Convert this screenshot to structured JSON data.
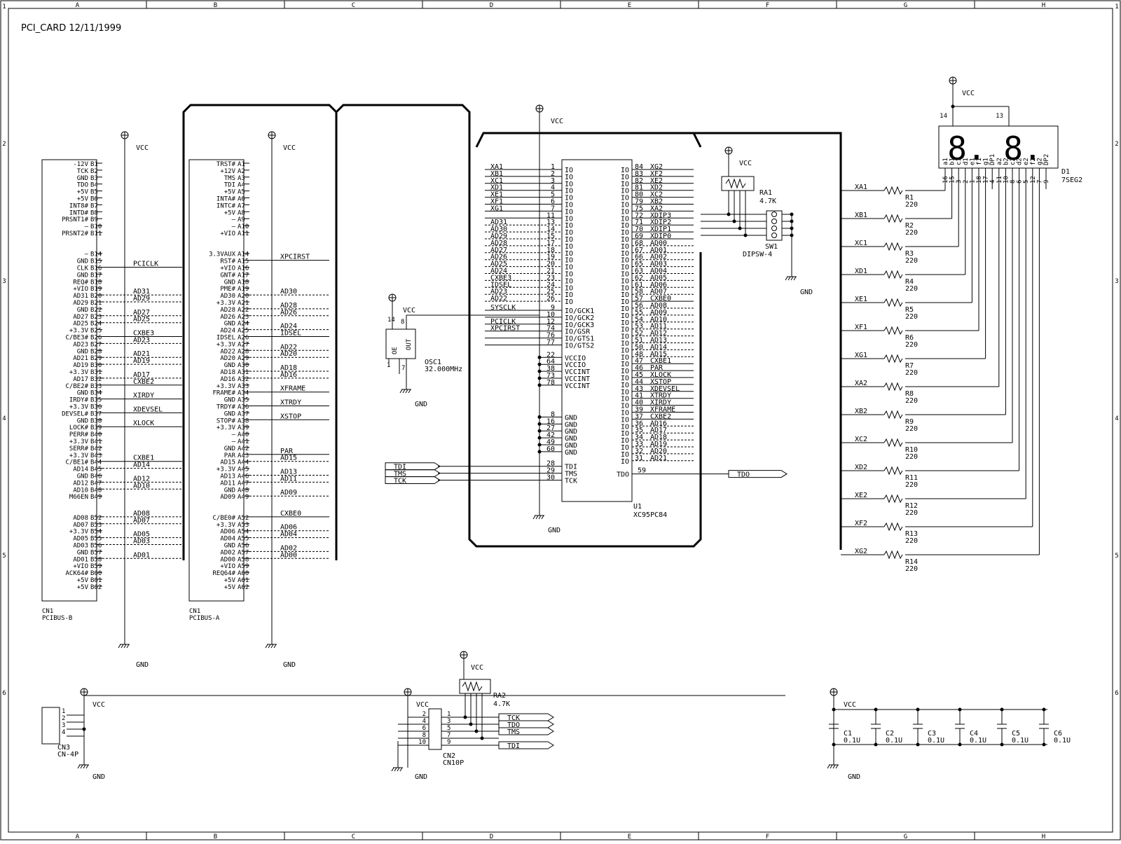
{
  "title": "PCI_CARD 12/11/1999",
  "border": {
    "cols": [
      "A",
      "B",
      "C",
      "D",
      "E",
      "F",
      "G",
      "H"
    ],
    "rows": [
      "1",
      "2",
      "3",
      "4",
      "5",
      "6"
    ]
  },
  "supply": {
    "vcc": "VCC",
    "gnd": "GND"
  },
  "cn1b": {
    "ref": "CN1",
    "name": "PCIBUS-B",
    "pins1": [
      {
        "sig": "-12V",
        "pin": "B1"
      },
      {
        "sig": "TCK",
        "pin": "B2"
      },
      {
        "sig": "GND",
        "pin": "B3"
      },
      {
        "sig": "TDO",
        "pin": "B4"
      },
      {
        "sig": "+5V",
        "pin": "B5"
      },
      {
        "sig": "+5V",
        "pin": "B6"
      },
      {
        "sig": "INT8#",
        "pin": "B7"
      },
      {
        "sig": "INTD#",
        "pin": "B8"
      },
      {
        "sig": "PRSNT1#",
        "pin": "B9"
      },
      {
        "sig": "—",
        "pin": "B10"
      },
      {
        "sig": "PRSNT2#",
        "pin": "B11"
      }
    ],
    "pins2": [
      {
        "sig": "—",
        "pin": "B14"
      },
      {
        "sig": "GND",
        "pin": "B15"
      },
      {
        "sig": "CLK",
        "pin": "B16"
      },
      {
        "sig": "GND",
        "pin": "B17"
      },
      {
        "sig": "REQ#",
        "pin": "B18"
      },
      {
        "sig": "+VIO",
        "pin": "B19"
      },
      {
        "sig": "AD31",
        "pin": "B20"
      },
      {
        "sig": "AD29",
        "pin": "B21"
      },
      {
        "sig": "GND",
        "pin": "B22"
      },
      {
        "sig": "AD27",
        "pin": "B23"
      },
      {
        "sig": "AD25",
        "pin": "B24"
      },
      {
        "sig": "+3.3V",
        "pin": "B25"
      },
      {
        "sig": "C/BE3#",
        "pin": "B26"
      },
      {
        "sig": "AD23",
        "pin": "B27"
      },
      {
        "sig": "GND",
        "pin": "B28"
      },
      {
        "sig": "AD21",
        "pin": "B29"
      },
      {
        "sig": "AD19",
        "pin": "B30"
      },
      {
        "sig": "+3.3V",
        "pin": "B31"
      },
      {
        "sig": "AD17",
        "pin": "B32"
      },
      {
        "sig": "C/BE2#",
        "pin": "B33"
      },
      {
        "sig": "GND",
        "pin": "B34"
      },
      {
        "sig": "IRDY#",
        "pin": "B35"
      },
      {
        "sig": "+3.3V",
        "pin": "B36"
      },
      {
        "sig": "DEVSEL#",
        "pin": "B37"
      },
      {
        "sig": "GND",
        "pin": "B38"
      },
      {
        "sig": "LOCK#",
        "pin": "B39"
      },
      {
        "sig": "PERR#",
        "pin": "B40"
      },
      {
        "sig": "+3.3V",
        "pin": "B41"
      },
      {
        "sig": "SERR#",
        "pin": "B42"
      },
      {
        "sig": "+3.3V",
        "pin": "B43"
      },
      {
        "sig": "C/BE1#",
        "pin": "B44"
      },
      {
        "sig": "AD14",
        "pin": "B45"
      },
      {
        "sig": "GND",
        "pin": "B46"
      },
      {
        "sig": "AD12",
        "pin": "B47"
      },
      {
        "sig": "AD10",
        "pin": "B48"
      },
      {
        "sig": "M66EN",
        "pin": "B49"
      }
    ],
    "pins3": [
      {
        "sig": "AD08",
        "pin": "B52"
      },
      {
        "sig": "AD07",
        "pin": "B53"
      },
      {
        "sig": "+3.3V",
        "pin": "B54"
      },
      {
        "sig": "AD05",
        "pin": "B55"
      },
      {
        "sig": "AD03",
        "pin": "B56"
      },
      {
        "sig": "GND",
        "pin": "B57"
      },
      {
        "sig": "AD01",
        "pin": "B58"
      },
      {
        "sig": "+VIO",
        "pin": "B59"
      },
      {
        "sig": "ACK64#",
        "pin": "B60"
      },
      {
        "sig": "+5V",
        "pin": "B61"
      },
      {
        "sig": "+5V",
        "pin": "B62"
      }
    ],
    "nets": [
      {
        "row": 16,
        "name": "PCICLK"
      },
      {
        "row": 20,
        "name": "AD31"
      },
      {
        "row": 21,
        "name": "AD29"
      },
      {
        "row": 23,
        "name": "AD27"
      },
      {
        "row": 24,
        "name": "AD25"
      },
      {
        "row": 26,
        "name": "CXBE3"
      },
      {
        "row": 27,
        "name": "AD23"
      },
      {
        "row": 29,
        "name": "AD21"
      },
      {
        "row": 30,
        "name": "AD19"
      },
      {
        "row": 32,
        "name": "AD17"
      },
      {
        "row": 33,
        "name": "CXBE2"
      },
      {
        "row": 35,
        "name": "XIRDY"
      },
      {
        "row": 37,
        "name": "XDEVSEL"
      },
      {
        "row": 39,
        "name": "XLOCK"
      },
      {
        "row": 44,
        "name": "CXBE1"
      },
      {
        "row": 45,
        "name": "AD14"
      },
      {
        "row": 47,
        "name": "AD12"
      },
      {
        "row": 48,
        "name": "AD10"
      },
      {
        "row": 52,
        "name": "AD08"
      },
      {
        "row": 53,
        "name": "AD07"
      },
      {
        "row": 55,
        "name": "AD05"
      },
      {
        "row": 56,
        "name": "AD03"
      },
      {
        "row": 58,
        "name": "AD01"
      }
    ]
  },
  "cn1a": {
    "ref": "CN1",
    "name": "PCIBUS-A",
    "pins1": [
      {
        "sig": "TRST#",
        "pin": "A1"
      },
      {
        "sig": "+12V",
        "pin": "A2"
      },
      {
        "sig": "TMS",
        "pin": "A3"
      },
      {
        "sig": "TDI",
        "pin": "A4"
      },
      {
        "sig": "+5V",
        "pin": "A5"
      },
      {
        "sig": "INTA#",
        "pin": "A6"
      },
      {
        "sig": "INTC#",
        "pin": "A7"
      },
      {
        "sig": "+5V",
        "pin": "A8"
      },
      {
        "sig": "—",
        "pin": "A9"
      },
      {
        "sig": "—",
        "pin": "A10"
      },
      {
        "sig": "+VIO",
        "pin": "A11"
      }
    ],
    "pins2": [
      {
        "sig": "3.3VAUX",
        "pin": "A14"
      },
      {
        "sig": "RST#",
        "pin": "A15"
      },
      {
        "sig": "+VIO",
        "pin": "A16"
      },
      {
        "sig": "GNT#",
        "pin": "A17"
      },
      {
        "sig": "GND",
        "pin": "A18"
      },
      {
        "sig": "PME#",
        "pin": "A19"
      },
      {
        "sig": "AD30",
        "pin": "A20"
      },
      {
        "sig": "+3.3V",
        "pin": "A21"
      },
      {
        "sig": "AD28",
        "pin": "A22"
      },
      {
        "sig": "AD26",
        "pin": "A23"
      },
      {
        "sig": "GND",
        "pin": "A24"
      },
      {
        "sig": "AD24",
        "pin": "A25"
      },
      {
        "sig": "IDSEL",
        "pin": "A26"
      },
      {
        "sig": "+3.3V",
        "pin": "A27"
      },
      {
        "sig": "AD22",
        "pin": "A28"
      },
      {
        "sig": "AD20",
        "pin": "A29"
      },
      {
        "sig": "GND",
        "pin": "A30"
      },
      {
        "sig": "AD18",
        "pin": "A31"
      },
      {
        "sig": "AD16",
        "pin": "A32"
      },
      {
        "sig": "+3.3V",
        "pin": "A33"
      },
      {
        "sig": "FRAME#",
        "pin": "A34"
      },
      {
        "sig": "GND",
        "pin": "A35"
      },
      {
        "sig": "TRDY#",
        "pin": "A36"
      },
      {
        "sig": "GND",
        "pin": "A37"
      },
      {
        "sig": "STOP#",
        "pin": "A38"
      },
      {
        "sig": "+3.3V",
        "pin": "A39"
      },
      {
        "sig": "—",
        "pin": "A40"
      },
      {
        "sig": "—",
        "pin": "A41"
      },
      {
        "sig": "GND",
        "pin": "A42"
      },
      {
        "sig": "PAR",
        "pin": "A43"
      },
      {
        "sig": "AD15",
        "pin": "A44"
      },
      {
        "sig": "+3.3V",
        "pin": "A45"
      },
      {
        "sig": "AD13",
        "pin": "A46"
      },
      {
        "sig": "AD11",
        "pin": "A47"
      },
      {
        "sig": "GND",
        "pin": "A48"
      },
      {
        "sig": "AD09",
        "pin": "A49"
      }
    ],
    "pins3": [
      {
        "sig": "C/BE0#",
        "pin": "A52"
      },
      {
        "sig": "+3.3V",
        "pin": "A53"
      },
      {
        "sig": "AD06",
        "pin": "A54"
      },
      {
        "sig": "AD04",
        "pin": "A55"
      },
      {
        "sig": "GND",
        "pin": "A56"
      },
      {
        "sig": "AD02",
        "pin": "A57"
      },
      {
        "sig": "AD00",
        "pin": "A58"
      },
      {
        "sig": "+VIO",
        "pin": "A59"
      },
      {
        "sig": "REQ64#",
        "pin": "A60"
      },
      {
        "sig": "+5V",
        "pin": "A61"
      },
      {
        "sig": "+5V",
        "pin": "A62"
      }
    ],
    "nets": [
      {
        "row": 15,
        "name": "XPCIRST"
      },
      {
        "row": 20,
        "name": "AD30"
      },
      {
        "row": 22,
        "name": "AD28"
      },
      {
        "row": 23,
        "name": "AD26"
      },
      {
        "row": 25,
        "name": "AD24"
      },
      {
        "row": 26,
        "name": "IDSEL"
      },
      {
        "row": 28,
        "name": "AD22"
      },
      {
        "row": 29,
        "name": "AD20"
      },
      {
        "row": 31,
        "name": "AD18"
      },
      {
        "row": 32,
        "name": "AD16"
      },
      {
        "row": 34,
        "name": "XFRAME"
      },
      {
        "row": 36,
        "name": "XTRDY"
      },
      {
        "row": 38,
        "name": "XSTOP"
      },
      {
        "row": 43,
        "name": "PAR"
      },
      {
        "row": 44,
        "name": "AD15"
      },
      {
        "row": 46,
        "name": "AD13"
      },
      {
        "row": 47,
        "name": "AD11"
      },
      {
        "row": 49,
        "name": "AD09"
      },
      {
        "row": 52,
        "name": "CXBE0"
      },
      {
        "row": 54,
        "name": "AD06"
      },
      {
        "row": 55,
        "name": "AD04"
      },
      {
        "row": 57,
        "name": "AD02"
      },
      {
        "row": 58,
        "name": "AD00"
      }
    ]
  },
  "u1": {
    "ref": "U1",
    "part": "XC95PC84",
    "left_io": [
      {
        "net": "XA1",
        "pin": "1"
      },
      {
        "net": "XB1",
        "pin": "2"
      },
      {
        "net": "XC1",
        "pin": "3"
      },
      {
        "net": "XD1",
        "pin": "4"
      },
      {
        "net": "XE1",
        "pin": "5"
      },
      {
        "net": "XF1",
        "pin": "6"
      },
      {
        "net": "XG1",
        "pin": "7"
      },
      {
        "net": "",
        "pin": "11"
      },
      {
        "net": "AD31",
        "pin": "13"
      },
      {
        "net": "AD30",
        "pin": "14"
      },
      {
        "net": "AD29",
        "pin": "15"
      },
      {
        "net": "AD28",
        "pin": "17"
      },
      {
        "net": "AD27",
        "pin": "18"
      },
      {
        "net": "AD26",
        "pin": "19"
      },
      {
        "net": "AD25",
        "pin": "20"
      },
      {
        "net": "AD24",
        "pin": "21"
      },
      {
        "net": "CXBE3",
        "pin": "23"
      },
      {
        "net": "IDSEL",
        "pin": "24"
      },
      {
        "net": "AD23",
        "pin": "25"
      },
      {
        "net": "AD22",
        "pin": "26"
      }
    ],
    "left_func": [
      {
        "net": "SYSCLK",
        "pin": "9",
        "fn": "IO/GCK1"
      },
      {
        "net": "",
        "pin": "10",
        "fn": "IO/GCK2"
      },
      {
        "net": "PCICLK",
        "pin": "12",
        "fn": "IO/GCK3"
      },
      {
        "net": "XPCIRST",
        "pin": "74",
        "fn": "IO/GSR"
      },
      {
        "net": "",
        "pin": "76",
        "fn": "IO/GTS1"
      },
      {
        "net": "",
        "pin": "77",
        "fn": "IO/GTS2"
      }
    ],
    "left_pwr": [
      {
        "pin": "22",
        "fn": "VCCIO"
      },
      {
        "pin": "64",
        "fn": "VCCIO"
      },
      {
        "pin": "38",
        "fn": "VCCINT"
      },
      {
        "pin": "73",
        "fn": "VCCINT"
      },
      {
        "pin": "78",
        "fn": "VCCINT"
      }
    ],
    "left_gnd": [
      {
        "pin": "8",
        "fn": "GND"
      },
      {
        "pin": "16",
        "fn": "GND"
      },
      {
        "pin": "27",
        "fn": "GND"
      },
      {
        "pin": "42",
        "fn": "GND"
      },
      {
        "pin": "49",
        "fn": "GND"
      },
      {
        "pin": "60",
        "fn": "GND"
      }
    ],
    "left_jtag": [
      {
        "net": "TDI",
        "pin": "28",
        "fn": "TDI"
      },
      {
        "net": "TMS",
        "pin": "29",
        "fn": "TMS"
      },
      {
        "net": "TCK",
        "pin": "30",
        "fn": "TCK"
      }
    ],
    "right": [
      {
        "pin": "84",
        "net": "XG2"
      },
      {
        "pin": "83",
        "net": "XF2"
      },
      {
        "pin": "82",
        "net": "XE2"
      },
      {
        "pin": "81",
        "net": "XD2"
      },
      {
        "pin": "80",
        "net": "XC2"
      },
      {
        "pin": "79",
        "net": "XB2"
      },
      {
        "pin": "75",
        "net": "XA2"
      },
      {
        "pin": "72",
        "net": "XDIP3"
      },
      {
        "pin": "71",
        "net": "XDIP2"
      },
      {
        "pin": "70",
        "net": "XDIP1"
      },
      {
        "pin": "69",
        "net": "XDIP0"
      },
      {
        "pin": "68",
        "net": "AD00"
      },
      {
        "pin": "67",
        "net": "AD01"
      },
      {
        "pin": "66",
        "net": "AD02"
      },
      {
        "pin": "65",
        "net": "AD03"
      },
      {
        "pin": "63",
        "net": "AD04"
      },
      {
        "pin": "62",
        "net": "AD05"
      },
      {
        "pin": "61",
        "net": "AD06"
      },
      {
        "pin": "58",
        "net": "AD07"
      },
      {
        "pin": "57",
        "net": "CXBE0"
      },
      {
        "pin": "56",
        "net": "AD08"
      },
      {
        "pin": "55",
        "net": "AD09"
      },
      {
        "pin": "54",
        "net": "AD10"
      },
      {
        "pin": "53",
        "net": "AD11"
      },
      {
        "pin": "52",
        "net": "AD12"
      },
      {
        "pin": "51",
        "net": "AD13"
      },
      {
        "pin": "50",
        "net": "AD14"
      },
      {
        "pin": "48",
        "net": "AD15"
      },
      {
        "pin": "47",
        "net": "CXBE1"
      },
      {
        "pin": "46",
        "net": "PAR"
      },
      {
        "pin": "45",
        "net": "XLOCK"
      },
      {
        "pin": "44",
        "net": "XSTOP"
      },
      {
        "pin": "43",
        "net": "XDEVSEL"
      },
      {
        "pin": "41",
        "net": "XTRDY"
      },
      {
        "pin": "40",
        "net": "XIRDY"
      },
      {
        "pin": "39",
        "net": "XFRAME"
      },
      {
        "pin": "37",
        "net": "CXBE2"
      },
      {
        "pin": "36",
        "net": "AD16"
      },
      {
        "pin": "35",
        "net": "AD17"
      },
      {
        "pin": "34",
        "net": "AD18"
      },
      {
        "pin": "33",
        "net": "AD19"
      },
      {
        "pin": "32",
        "net": "AD20"
      },
      {
        "pin": "31",
        "net": "AD21"
      }
    ],
    "tdo": {
      "pin": "59",
      "fn": "TDO",
      "net": "TDO"
    },
    "io_label": "IO"
  },
  "osc1": {
    "ref": "OSC1",
    "value": "32.000MHz",
    "oe": "OE",
    "out": "OUT",
    "pin_vcc": "14",
    "pin_out": "8",
    "pin_oe": "1",
    "pin_gnd": "7"
  },
  "ra1": {
    "ref": "RA1",
    "value": "4.7K"
  },
  "sw1": {
    "ref": "SW1",
    "part": "DIPSW-4"
  },
  "d1": {
    "ref": "D1",
    "part": "7SEG2",
    "digits": "8.8.",
    "pin_vcc_a": "14",
    "pin_vcc_b": "13",
    "seg_labels": [
      "a1",
      "b1",
      "c1",
      "d1",
      "e1",
      "f1",
      "g1",
      "DP1",
      "a2",
      "b2",
      "c2",
      "d2",
      "e2",
      "f2",
      "g2",
      "DP2"
    ],
    "seg_pins": [
      "16",
      "15",
      "3",
      "2",
      "1",
      "18",
      "17",
      "4",
      "11",
      "10",
      "8",
      "6",
      "5",
      "12",
      "7",
      "9"
    ]
  },
  "resistors": [
    {
      "net": "XA1",
      "ref": "R1",
      "value": "220"
    },
    {
      "net": "XB1",
      "ref": "R2",
      "value": "220"
    },
    {
      "net": "XC1",
      "ref": "R3",
      "value": "220"
    },
    {
      "net": "XD1",
      "ref": "R4",
      "value": "220"
    },
    {
      "net": "XE1",
      "ref": "R5",
      "value": "220"
    },
    {
      "net": "XF1",
      "ref": "R6",
      "value": "220"
    },
    {
      "net": "XG1",
      "ref": "R7",
      "value": "220"
    },
    {
      "net": "XA2",
      "ref": "R8",
      "value": "220"
    },
    {
      "net": "XB2",
      "ref": "R9",
      "value": "220"
    },
    {
      "net": "XC2",
      "ref": "R10",
      "value": "220"
    },
    {
      "net": "XD2",
      "ref": "R11",
      "value": "220"
    },
    {
      "net": "XE2",
      "ref": "R12",
      "value": "220"
    },
    {
      "net": "XF2",
      "ref": "R13",
      "value": "220"
    },
    {
      "net": "XG2",
      "ref": "R14",
      "value": "220"
    }
  ],
  "cn3": {
    "ref": "CN3",
    "part": "CN-4P",
    "pins": [
      "1",
      "2",
      "3",
      "4"
    ]
  },
  "cn2": {
    "ref": "CN2",
    "part": "CN10P",
    "left_pins": [
      "2",
      "4",
      "6",
      "8",
      "10"
    ],
    "right_pins": [
      "1",
      "3",
      "5",
      "7",
      "9"
    ],
    "nets": [
      "TCK",
      "TDO",
      "TMS",
      "TDI"
    ]
  },
  "ra2": {
    "ref": "RA2",
    "value": "4.7K"
  },
  "caps": [
    {
      "ref": "C1",
      "value": "0.1U"
    },
    {
      "ref": "C2",
      "value": "0.1U"
    },
    {
      "ref": "C3",
      "value": "0.1U"
    },
    {
      "ref": "C4",
      "value": "0.1U"
    },
    {
      "ref": "C5",
      "value": "0.1U"
    },
    {
      "ref": "C6",
      "value": "0.1U"
    }
  ],
  "jtag_ports": [
    "TDI",
    "TMS",
    "TCK"
  ],
  "tdo_port": "TDO"
}
